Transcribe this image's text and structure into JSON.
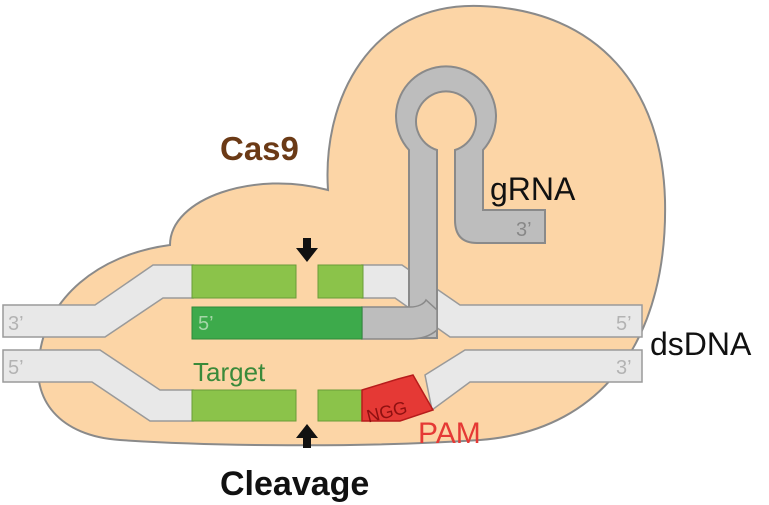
{
  "labels": {
    "protein": "Cas9",
    "guide": "gRNA",
    "guide_end": "3’",
    "dna": "dsDNA",
    "top_left_end": "3’",
    "top_right_end": "5’",
    "bottom_left_end": "5’",
    "bottom_right_end": "3’",
    "spacer_end": "5’",
    "target": "Target",
    "pam_seq": "NGG",
    "pam": "PAM",
    "cleavage": "Cleavage"
  },
  "colors": {
    "protein": "#fcd5a6",
    "protein_text": "#6b3a16",
    "dna": "#e8e8e8",
    "dna_stroke": "#9a9a9a",
    "target_strand": "#8bc34a",
    "guide_spacer": "#3daa4b",
    "target_text": "#3a8a3a",
    "grna": "#bdbdbd",
    "pam": "#e53935",
    "end_text": "#b3b3b3"
  },
  "icons": {
    "top_cut": "arrow-down-icon",
    "bottom_cut": "arrow-up-icon"
  }
}
